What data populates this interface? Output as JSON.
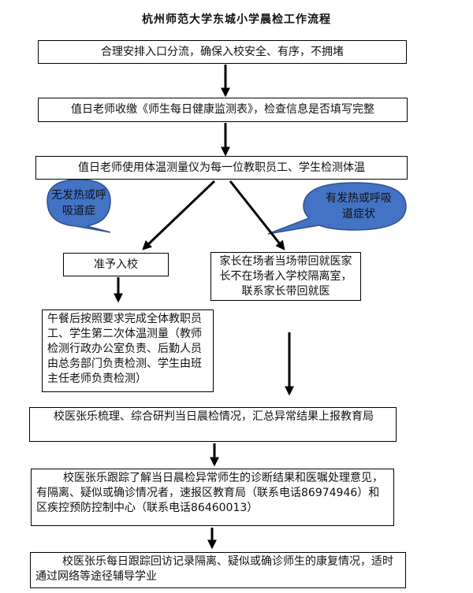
{
  "title": "杭州师范大学东城小学晨检工作流程",
  "steps": {
    "s1": "合理安排入口分流，确保入校安全、有序，不拥堵",
    "s2_prefix": "值日老师收缴",
    "s2_quote": "《师生每日健康监测表》",
    "s2_suffix": "，检查信息是否填写完整",
    "s3": "值日老师使用体温测量仪为每一位教职员工、学生检测体温",
    "left_bubble": "无发热或呼吸道症",
    "right_bubble": "有发热或呼吸道症状",
    "allow": "准予入校",
    "parent": "家长在场者当场带回就医家长不在场者入学校隔离室，联系家长带回就医",
    "lunch": "午餐后按照要求完成全体教职员工、学生第二次体温测量（教师检测行政办公室负责、后勤人员由总务部门负责检测、学生由班主任老师负责检测）",
    "summary": "校医张乐梳理、综合研判当日晨检情况，汇总异常结果上报教育局",
    "track": "校医张乐跟踪了解当日晨检异常师生的诊断结果和医嘱处理意见，有隔离、疑似或确诊情况者，速报区教育局（联系电话86974946）和区疾控预防控制中心（联系电话86460013）",
    "daily": "校医张乐每日跟踪回访记录隔离、疑似或确诊师生的康复情况，适时通过网络等途径辅导学业"
  },
  "colors": {
    "bubble_fill": "#4472C4",
    "bubble_stroke": "#2F528F",
    "arrow": "#000000"
  }
}
